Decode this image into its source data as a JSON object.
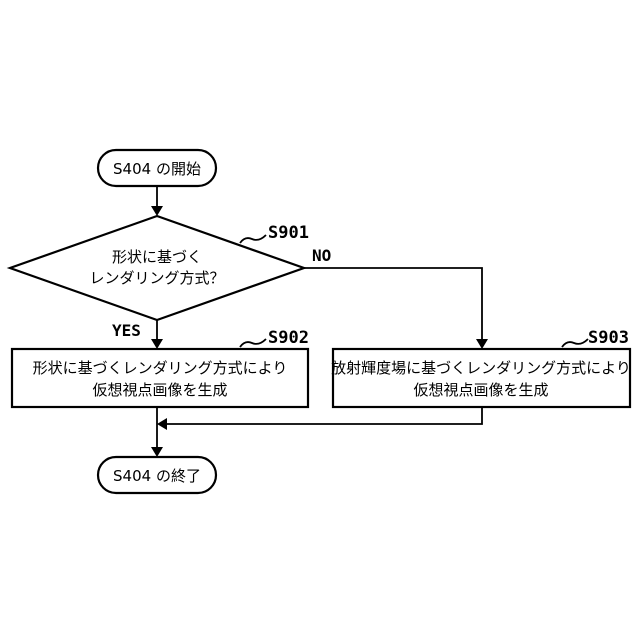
{
  "flowchart": {
    "start": {
      "label": "S404 の開始"
    },
    "decision": {
      "id": "S901",
      "line1": "形状に基づく",
      "line2": "レンダリング方式？",
      "yes_label": "YES",
      "no_label": "NO"
    },
    "process_yes": {
      "id": "S902",
      "line1": "形状に基づくレンダリング方式により",
      "line2": "仮想視点画像を生成"
    },
    "process_no": {
      "id": "S903",
      "line1": "放射輝度場に基づくレンダリング方式により",
      "line2": "仮想視点画像を生成"
    },
    "end": {
      "label": "S404 の終了"
    }
  }
}
